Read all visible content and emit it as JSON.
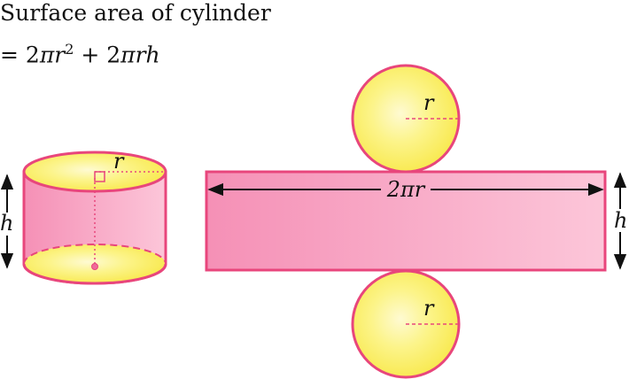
{
  "title": "Surface area of cylinder",
  "formula": {
    "prefix": "= 2",
    "pi1": "π",
    "r1": "r",
    "exp": "2",
    "plus": " + 2",
    "pi2": "π",
    "rh": "rh"
  },
  "labels": {
    "cylinder_radius": "r",
    "cylinder_height": "h",
    "top_circle_radius": "r",
    "bottom_circle_radius": "r",
    "rect_length": "2πr",
    "rect_height": "h"
  },
  "colors": {
    "outline": "#e8467c",
    "yellow": "#fbf25a",
    "pink_dark": "#f590b6",
    "pink_light": "#fbc3d7",
    "arrow": "#111111"
  }
}
